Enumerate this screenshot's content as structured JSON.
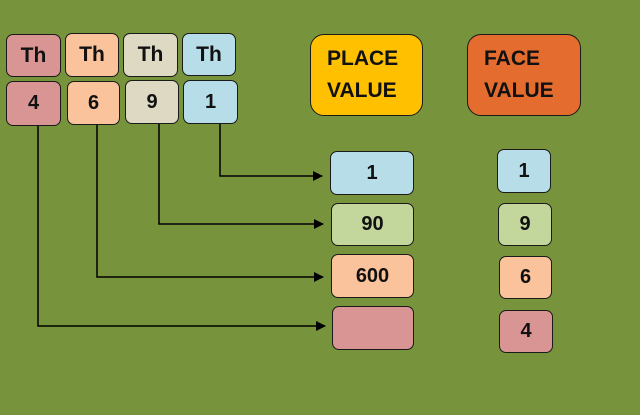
{
  "colors": {
    "background": "#77933c",
    "pink": "#d99594",
    "peach": "#fbc39b",
    "beige": "#ddd9c3",
    "light_blue": "#b6dde8",
    "light_green": "#c3d69b",
    "orange": "#ffc000",
    "red_orange": "#e46c2e"
  },
  "headers": [
    "Th",
    "Th",
    "Th",
    "Th"
  ],
  "digits": [
    "4",
    "6",
    "9",
    "1"
  ],
  "place_value": {
    "title_line1": "PLACE",
    "title_line2": "VALUE",
    "values": [
      "1",
      "90",
      "600",
      ""
    ]
  },
  "face_value": {
    "title_line1": "FACE",
    "title_line2": "VALUE",
    "values": [
      "1",
      "9",
      "6",
      "4"
    ]
  }
}
